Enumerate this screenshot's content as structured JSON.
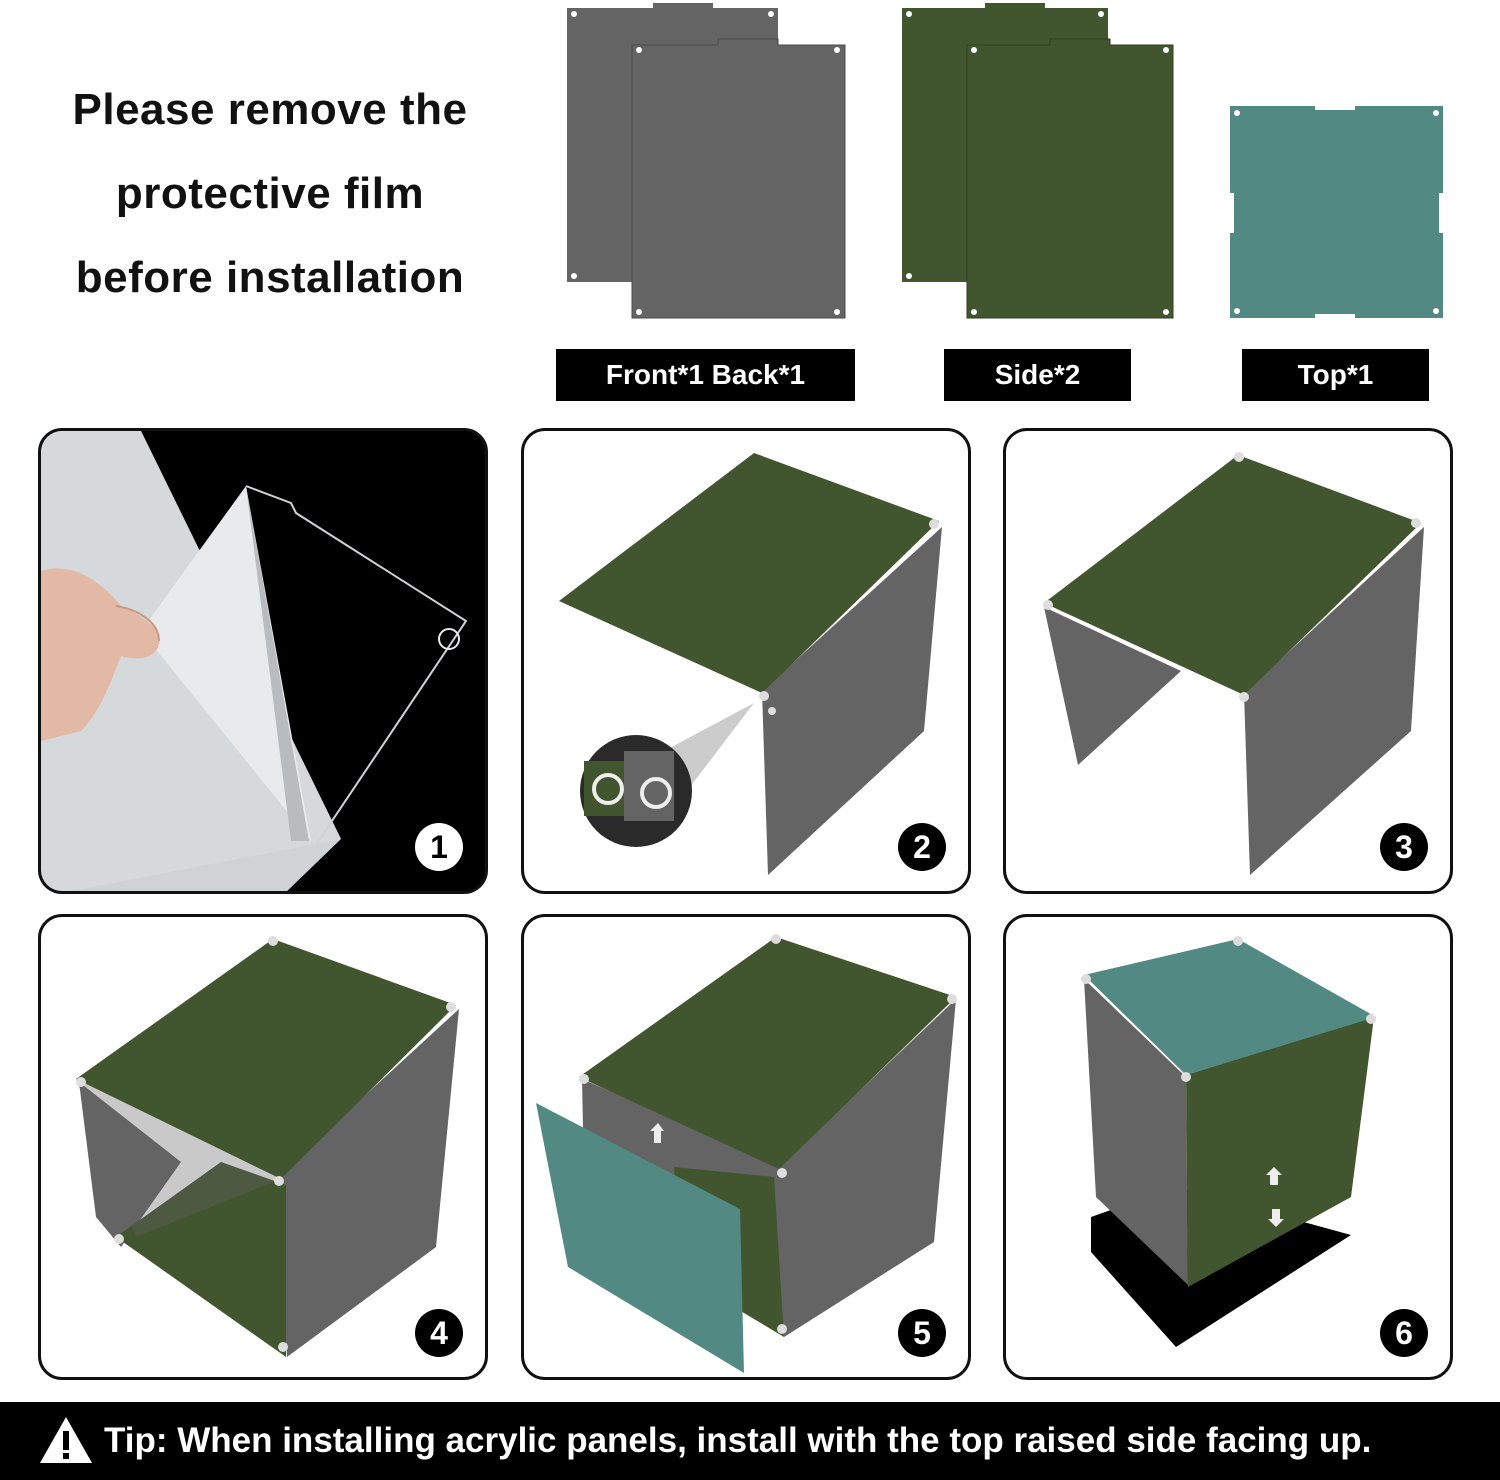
{
  "intro": {
    "lines": [
      "Please remove the",
      "protective film",
      "before installation"
    ]
  },
  "parts": {
    "front_back_label": "Front*1 Back*1",
    "side_label": "Side*2",
    "top_label": "Top*1"
  },
  "steps": [
    {
      "number": "1"
    },
    {
      "number": "2"
    },
    {
      "number": "3"
    },
    {
      "number": "4"
    },
    {
      "number": "5"
    },
    {
      "number": "6"
    }
  ],
  "tip": {
    "text": "Tip: When installing acrylic panels, install with the top raised side facing up."
  },
  "colors": {
    "gray_panel": "#646464",
    "green_panel": "#41552e",
    "teal_panel": "#528982",
    "background": "#ffffff",
    "label_bg": "#000000"
  },
  "icons": [
    "warning-icon"
  ]
}
